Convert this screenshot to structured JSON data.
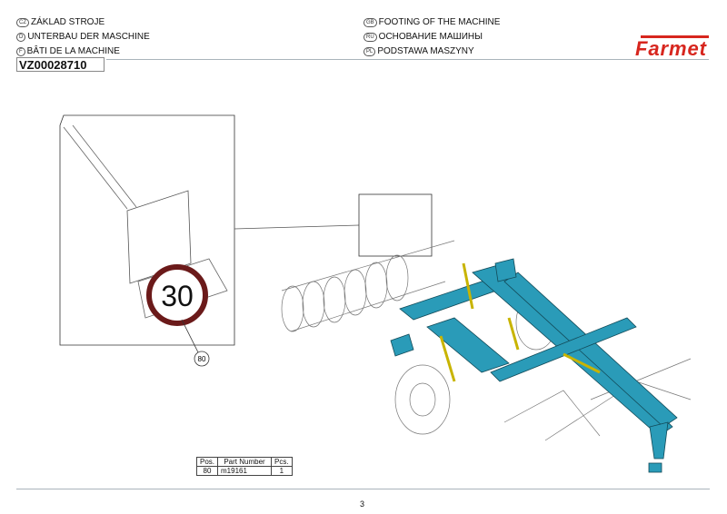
{
  "header": {
    "titles_left": [
      {
        "code": "CZ",
        "text": "ZÁKLAD STROJE"
      },
      {
        "code": "D",
        "text": "UNTERBAU DER MASCHINE"
      },
      {
        "code": "F",
        "text": "BÂTI DE LA MACHINE"
      }
    ],
    "titles_right": [
      {
        "code": "GB",
        "text": "FOOTING OF THE MACHINE"
      },
      {
        "code": "RU",
        "text": "ОСНОВАНИЕ МАШИНЫ"
      },
      {
        "code": "PL",
        "text": "PODSTAWA MASZYNY"
      }
    ],
    "drawing_number": "VZ00028710",
    "logo": "Farmet"
  },
  "drawing": {
    "sign_text": "30",
    "callout": "80",
    "colors": {
      "frame": "#2a9bb8",
      "logo_red": "#d7261e",
      "logo_blue": "#1c5aa6"
    }
  },
  "parts_table": {
    "headers": [
      "Pos.",
      "Part Number",
      "Pcs."
    ],
    "rows": [
      [
        "80",
        "m19161",
        "1"
      ]
    ]
  },
  "page_number": "3"
}
